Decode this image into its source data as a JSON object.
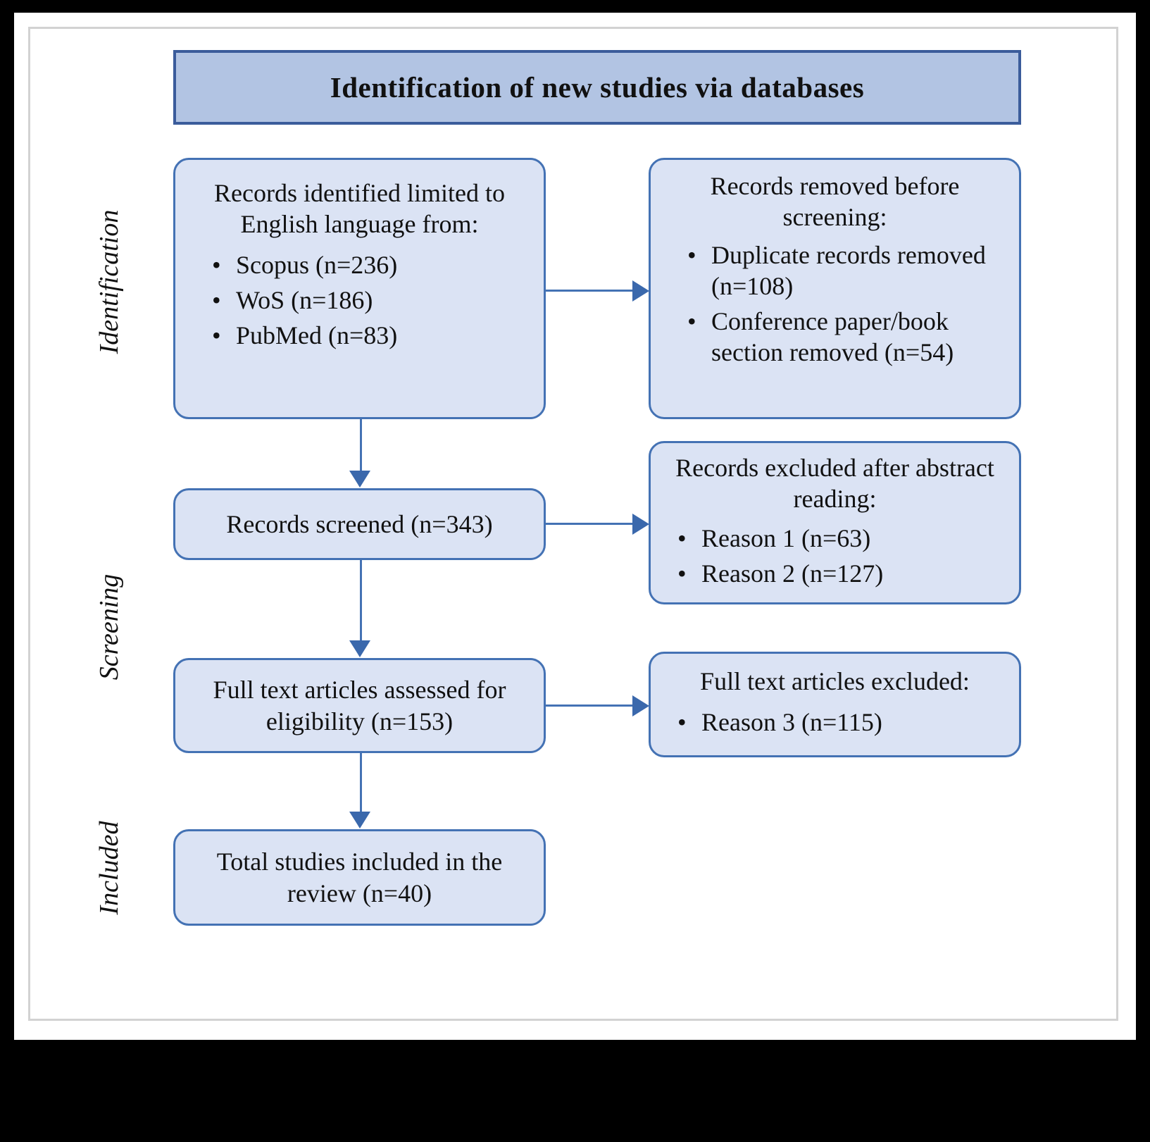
{
  "diagram": {
    "type": "PRISMA flow diagram",
    "title": "Identification of new studies via databases",
    "phases": [
      {
        "id": "identification",
        "label": "Identification"
      },
      {
        "id": "screening",
        "label": "Screening"
      },
      {
        "id": "included",
        "label": "Included"
      }
    ],
    "colors": {
      "title_fill": "#b2c4e3",
      "title_border": "#3b5c9b",
      "node_fill": "#dbe3f4",
      "node_border": "#4472b4",
      "connector": "#4472b4",
      "arrowhead": "#3a68ac",
      "page_background": "#ffffff",
      "outer_border": "#000000",
      "inner_frame": "#d2d2d2"
    },
    "nodes": {
      "records_identified": {
        "heading": "Records identified limited to English language from:",
        "bullets": [
          "Scopus (n=236)",
          "WoS (n=186)",
          "PubMed (n=83)"
        ]
      },
      "records_removed": {
        "heading": "Records removed before screening:",
        "bullets": [
          "Duplicate records removed (n=108)",
          "Conference paper/book section removed (n=54)"
        ]
      },
      "records_screened": {
        "text": "Records screened (n=343)"
      },
      "records_excluded_abstract": {
        "heading": "Records excluded after abstract reading:",
        "bullets": [
          "Reason 1 (n=63)",
          "Reason 2 (n=127)"
        ]
      },
      "full_text_assessed": {
        "text": "Full text articles assessed for eligibility (n=153)"
      },
      "full_text_excluded": {
        "heading": "Full text articles excluded:",
        "bullets": [
          "Reason 3 (n=115)"
        ]
      },
      "total_included": {
        "text": "Total studies included in the review (n=40)"
      }
    },
    "bullet_glyph": "•",
    "counts": {
      "scopus": 236,
      "wos": 186,
      "pubmed": 83,
      "duplicates_removed": 108,
      "conference_book_removed": 54,
      "records_screened": 343,
      "excluded_reason_1": 63,
      "excluded_reason_2": 127,
      "full_text_assessed": 153,
      "full_text_excluded_reason_3": 115,
      "total_included": 40
    }
  }
}
